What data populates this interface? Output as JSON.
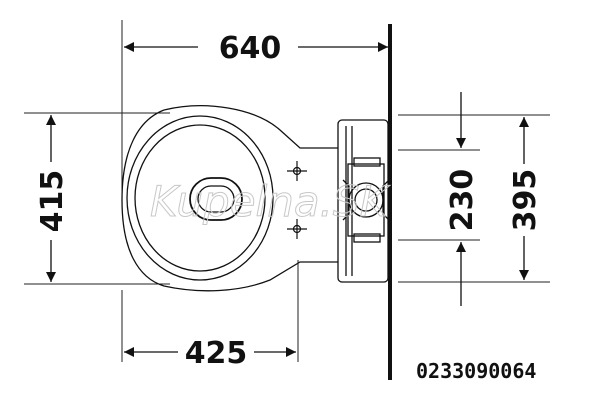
{
  "drawing": {
    "dimensions": {
      "total_length": "640",
      "bowl_width": "415",
      "axis_to_wall": "425",
      "fixing_spacing": "230",
      "tank_width": "395"
    },
    "article_number": "0233090064",
    "watermark": "Kupelna.SK"
  }
}
